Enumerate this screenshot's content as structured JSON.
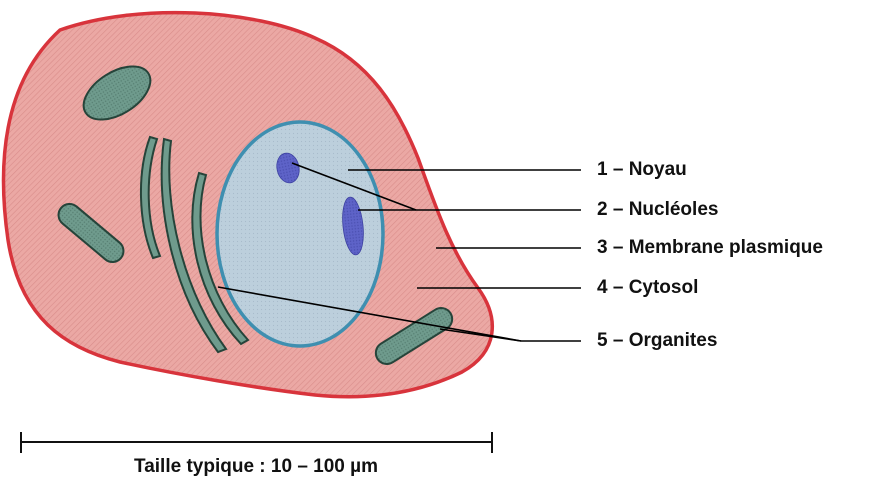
{
  "labels": {
    "nucleus": "1 – Noyau",
    "nucleoli": "2 – Nucléoles",
    "plasma_membrane": "3 – Membrane plasmique",
    "cytosol": "4 – Cytosol",
    "organelles": "5 – Organites"
  },
  "scale": {
    "caption": "Taille typique : 10 – 100 µm"
  },
  "colors": {
    "cytosol_fill": "#e9a3a0",
    "plasma_membrane_stroke": "#d8343c",
    "nucleus_fill": "#b9ccd9",
    "nuclear_envelope_stroke": "#3f8fb0",
    "nucleolus_fill": "#5a5fc4",
    "organelle_fill": "#6f9b8d",
    "organelle_stroke": "#26443a"
  }
}
